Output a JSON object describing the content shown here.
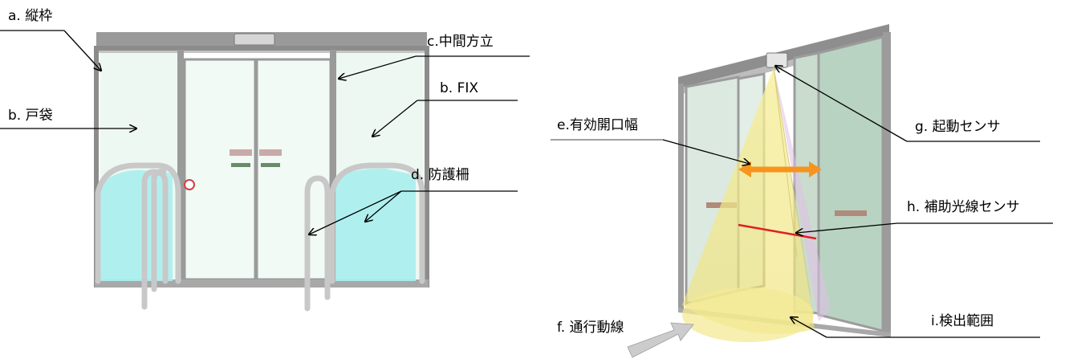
{
  "labels": {
    "a": "a. 縦枠",
    "b_left": "b. 戸袋",
    "b_right": "b. FIX",
    "c": "c.中間方立",
    "d": "d. 防護柵",
    "e": "e.有効開口幅",
    "f": "f. 通行動線",
    "g": "g. 起動センサ",
    "h": "h. 補助光線センサ",
    "i": "i.検出範囲"
  },
  "colors": {
    "frame": "#8c8c8c",
    "glass": "#e8f5ee",
    "glass_right": "#b9d3c2",
    "pocket_glass": "#a6ecec",
    "fence": "#c8c8c8",
    "cone": "#f2e88a",
    "cone_purple": "#e0c0e8",
    "arrow_orange": "#f7941d",
    "beam_red": "#e02020",
    "flow_arrow": "#c8c8c8"
  }
}
